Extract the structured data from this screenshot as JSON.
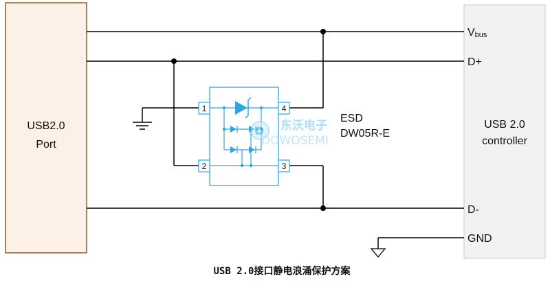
{
  "blocks": {
    "usb_port": {
      "line1": "USB2.0",
      "line2": "Port"
    },
    "controller": {
      "line1": "USB 2.0",
      "line2": "controller"
    }
  },
  "signals": {
    "vbus_main": "V",
    "vbus_sub": "bus",
    "dplus": "D+",
    "dminus": "D-",
    "gnd": "GND"
  },
  "esd": {
    "label": "ESD",
    "part": "DW05R-E",
    "pins": [
      "1",
      "2",
      "3",
      "4"
    ]
  },
  "watermark": {
    "cn": "东沃电子",
    "en": "DOWOSEMI"
  },
  "caption": "USB 2.0接口静电浪涌保护方案",
  "colors": {
    "line": "#000000",
    "esd_outline": "#29a8e0",
    "controller_fill": "#f2f2f2",
    "port_fill": "#fdf0e6",
    "port_border": "#8b5a2b"
  }
}
